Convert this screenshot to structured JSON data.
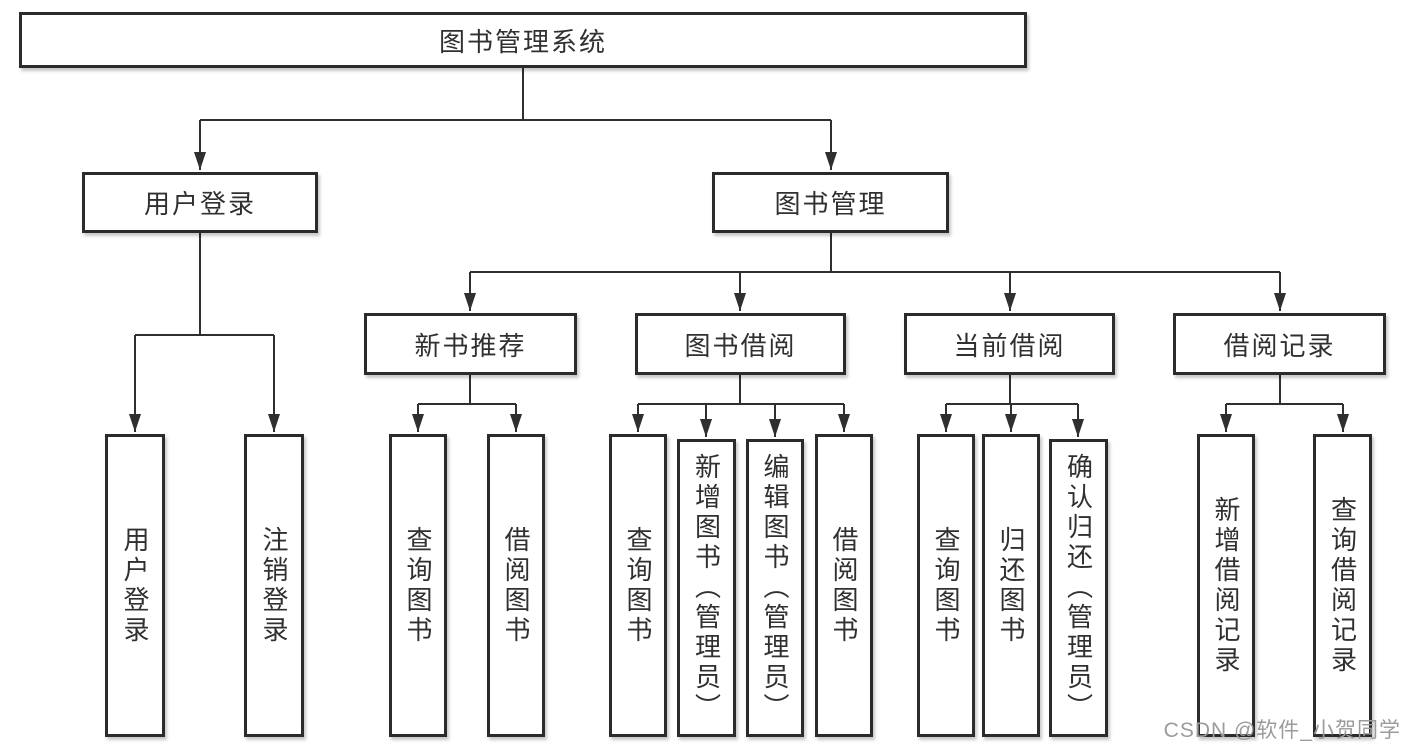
{
  "tree": {
    "root": {
      "label": "图书管理系统"
    },
    "branches": [
      {
        "label": "用户登录",
        "children": [
          {
            "label": "用户登录"
          },
          {
            "label": "注销登录"
          }
        ]
      },
      {
        "label": "图书管理",
        "children": [
          {
            "label": "新书推荐",
            "children": [
              {
                "label": "查询图书"
              },
              {
                "label": "借阅图书"
              }
            ]
          },
          {
            "label": "图书借阅",
            "children": [
              {
                "label": "查询图书"
              },
              {
                "label": "新增图书（管理员）"
              },
              {
                "label": "编辑图书（管理员）"
              },
              {
                "label": "借阅图书"
              }
            ]
          },
          {
            "label": "当前借阅",
            "children": [
              {
                "label": "查询图书"
              },
              {
                "label": "归还图书"
              },
              {
                "label": "确认归还（管理员）"
              }
            ]
          },
          {
            "label": "借阅记录",
            "children": [
              {
                "label": "新增借阅记录"
              },
              {
                "label": "查询借阅记录"
              }
            ]
          }
        ]
      }
    ]
  },
  "watermark": {
    "text": "CSDN @软件_小贺同学",
    "color": "#9b9b9b"
  },
  "colors": {
    "line": "#2f2f2f",
    "border": "#2b2b2b",
    "text": "#303030",
    "background": "#ffffff"
  }
}
